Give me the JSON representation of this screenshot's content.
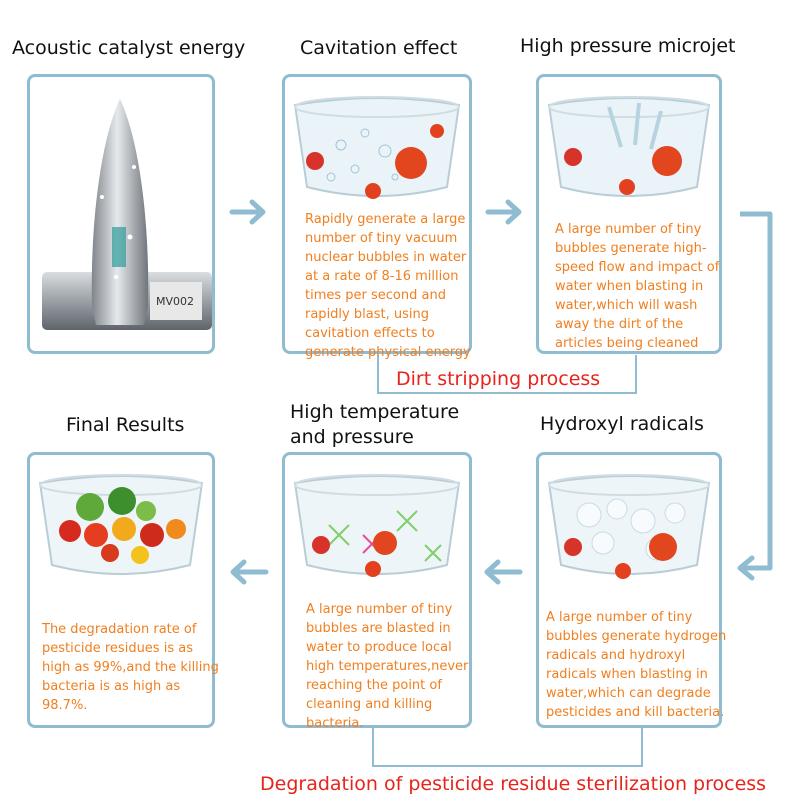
{
  "steps": [
    {
      "title": "Acoustic catalyst energy",
      "illustration": "ultrasonic-probe"
    },
    {
      "title": "Cavitation effect",
      "illustration": "glass-bowl",
      "desc": "Rapidly generate a large number of tiny vacuum nuclear bubbles in water at a rate of 8-16 million times per second and rapidly blast, using cavitation effects to generate physical energy"
    },
    {
      "title": "High pressure microjet",
      "illustration": "glass-bowl",
      "desc": "A large number of tiny bubbles generate high-speed flow and impact of water when blasting in water,which will wash away the dirt of the articles being cleaned"
    },
    {
      "title": "Hydroxyl radicals",
      "illustration": "glass-bowl",
      "desc": "A large number of tiny bubbles generate hydrogen  radicals and hydroxyl radicals when blasting in water,which can degrade pesticides and kill bacteria."
    },
    {
      "title_line1": "High temperature",
      "title_line2": "and pressure",
      "illustration": "glass-bowl",
      "desc": "A large number of tiny bubbles are blasted in water to produce local high temperatures,never reaching the point of cleaning and killing bacteria."
    },
    {
      "title": "Final Results",
      "illustration": "vegetable-bowl",
      "desc": "The degradation rate of pesticide residues is as high as 99%,and the killing bacteria is as high as 98.7%."
    }
  ],
  "processes": {
    "top": "Dirt stripping process",
    "bottom": "Degradation of pesticide residue sterilization process"
  },
  "device_label": "MV002",
  "colors": {
    "panel_border": "#8fbcd0",
    "arrow": "#8fbcd0",
    "desc_text": "#f07f1f",
    "process_text": "#e8231c"
  }
}
